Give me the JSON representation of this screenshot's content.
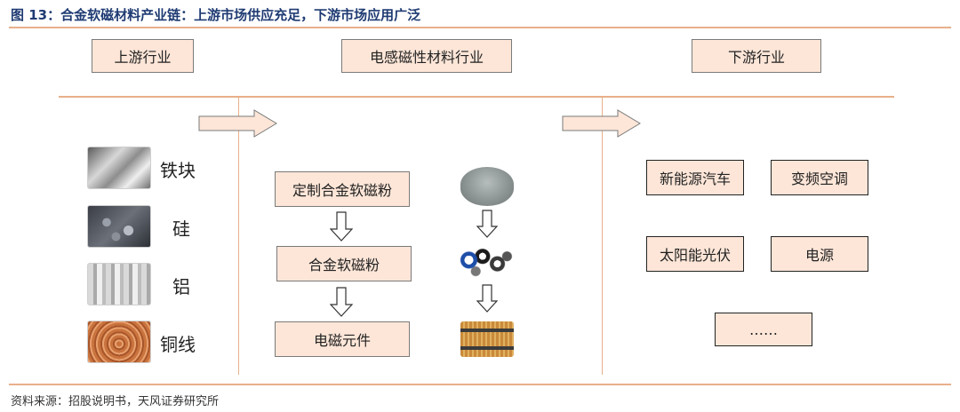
{
  "figure": {
    "title": "图 13：合金软磁材料产业链：上游市场供应充足，下游市场应用广泛",
    "source": "资料来源：招股说明书，天风证券研究所"
  },
  "columns": {
    "upstream": "上游行业",
    "midstream": "电感磁性材料行业",
    "downstream": "下游行业"
  },
  "materials": [
    "铁块",
    "硅",
    "铝",
    "铜线"
  ],
  "process": [
    "定制合金软磁粉",
    "合金软磁粉",
    "电磁元件"
  ],
  "applications": [
    "新能源汽车",
    "变频空调",
    "太阳能光伏",
    "电源",
    "……"
  ],
  "colors": {
    "title": "#1f3b73",
    "box_fill": "#fde6d8",
    "divider": "#e8b08a"
  }
}
